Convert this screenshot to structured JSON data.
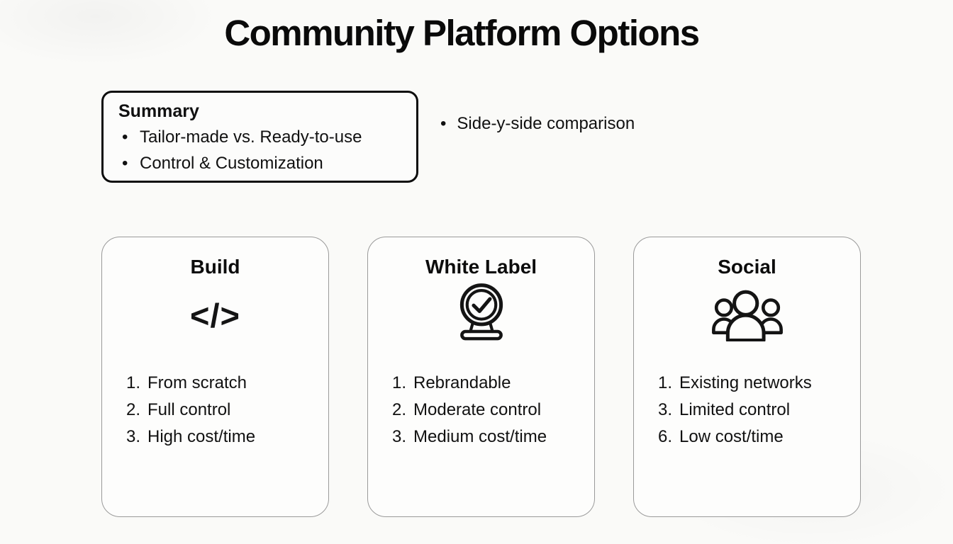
{
  "page": {
    "title": "Community Platform Options"
  },
  "summary": {
    "title": "Summary",
    "bullets": [
      "Tailor-made vs. Ready-to-use",
      "Control & Customization"
    ],
    "side_note": "Side-y-side comparison"
  },
  "cards": [
    {
      "title": "Build",
      "icon": "code-icon",
      "icon_text": "</>",
      "items": [
        {
          "num": "1.",
          "text": "From scratch"
        },
        {
          "num": "2.",
          "text": "Full control"
        },
        {
          "num": "3.",
          "text": "High cost/time"
        }
      ]
    },
    {
      "title": "White Label",
      "icon": "badge-check-icon",
      "items": [
        {
          "num": "1.",
          "text": "Rebrandable"
        },
        {
          "num": "2.",
          "text": "Moderate control"
        },
        {
          "num": "3.",
          "text": "Medium cost/time"
        }
      ]
    },
    {
      "title": "Social",
      "icon": "people-icon",
      "items": [
        {
          "num": "1.",
          "text": "Existing networks"
        },
        {
          "num": "3.",
          "text": "Limited control"
        },
        {
          "num": "6.",
          "text": "Low cost/time"
        }
      ]
    }
  ],
  "colors": {
    "text": "#111111",
    "summary_border": "#0d0d0d",
    "card_border": "#9a9a9a",
    "background": "#fafaf8"
  }
}
